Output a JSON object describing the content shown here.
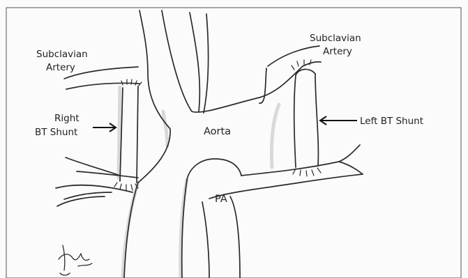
{
  "labels": {
    "subclavian_left": [
      "Subclavian",
      "Artery"
    ],
    "subclavian_right": [
      "Subclavian",
      "Artery"
    ],
    "right_shunt": [
      "Right",
      "BT Shunt"
    ],
    "left_shunt": "Left BT Shunt",
    "aorta": "Aorta",
    "pa": "PA"
  },
  "colors": {
    "ink": "#2a2a2a",
    "frame": "#6e6e6e",
    "background": "#fbfbfb"
  }
}
